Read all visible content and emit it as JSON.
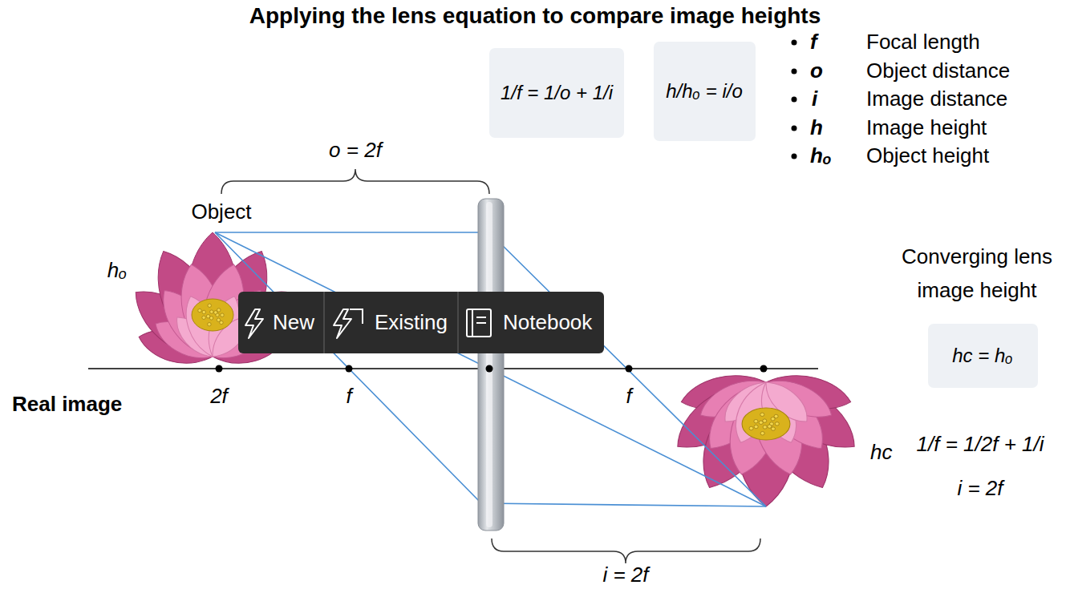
{
  "diagram": {
    "title": "Applying the lens equation to compare image heights",
    "nodes": [
      {
        "text": [
          "1/f = 1/o + 1/i"
        ]
      },
      {
        "text": [
          "h/hₒ = i/o"
        ]
      },
      {
        "text": [
          "hc = hₒ"
        ]
      }
    ],
    "labels": [
      "f",
      "Focal length",
      "o",
      "Object distance",
      "i",
      "Image distance",
      "h",
      "Image height",
      "hₒ",
      "Object height",
      "o = 2f",
      "Object",
      "hₒ",
      "2f",
      "f",
      "f",
      "Real image",
      "hc",
      "Converging lens image height",
      "1/f = 1/2f + 1/i",
      "i = 2f",
      "i = 2f",
      "New",
      "Existing",
      "Notebook"
    ]
  }
}
